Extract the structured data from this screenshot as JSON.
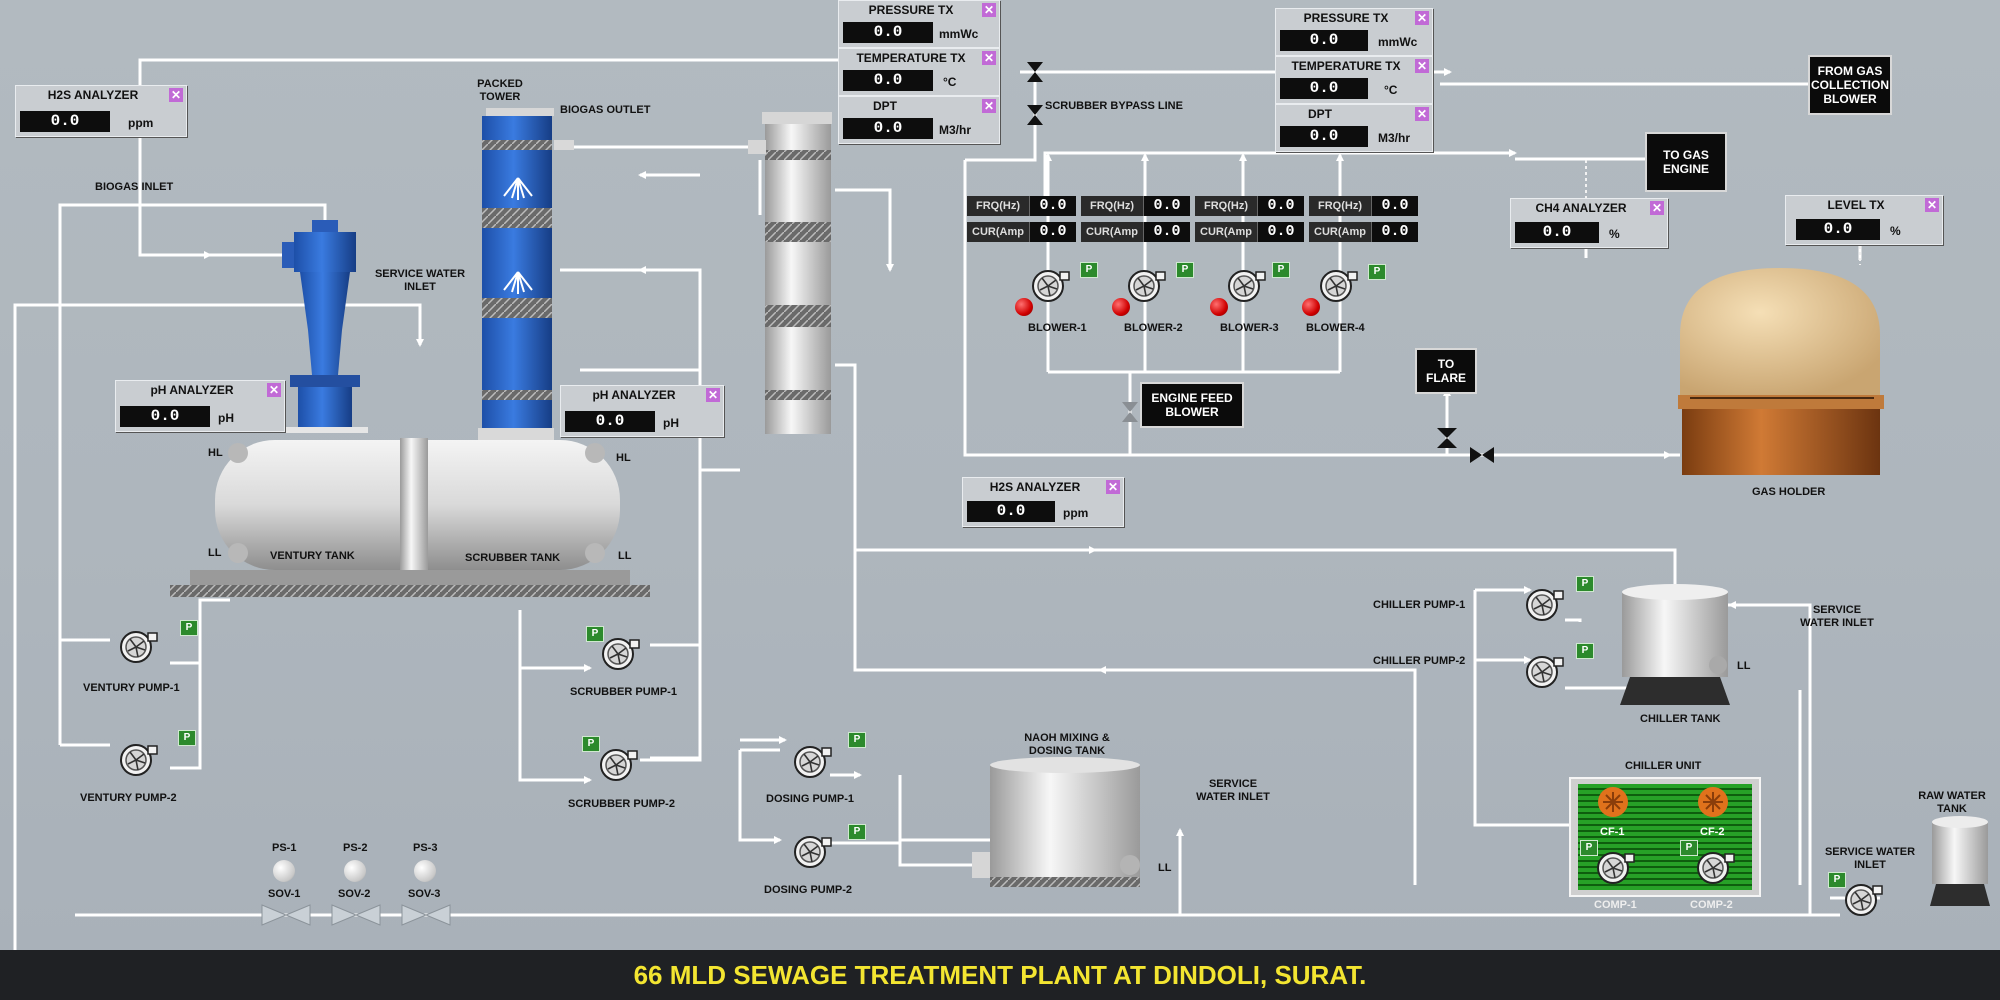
{
  "screen": {
    "footer_title": "66 MLD SEWAGE TREATMENT PLANT AT DINDOLI, SURAT.",
    "colors": {
      "background": "#aeb6bd",
      "pipe": "#ffffff",
      "title": "#f3e531",
      "run_badge": "#2c8a2c",
      "alarm": "#e00000",
      "close": "#c16ad6"
    }
  },
  "instruments": {
    "h2s_left": {
      "title": "H2S ANALYZER",
      "value": "0.0",
      "unit": "ppm"
    },
    "ph_venturi": {
      "title": "pH ANALYZER",
      "value": "0.0",
      "unit": "pH"
    },
    "ph_scrubber": {
      "title": "pH ANALYZER",
      "value": "0.0",
      "unit": "pH"
    },
    "pressure_1": {
      "title": "PRESSURE TX",
      "value": "0.0",
      "unit": "mmWc"
    },
    "temperature_1": {
      "title": "TEMPERATURE TX",
      "value": "0.0",
      "unit": "°C"
    },
    "dpt_1": {
      "title": "DPT",
      "value": "0.0",
      "unit": "M3/hr"
    },
    "pressure_2": {
      "title": "PRESSURE TX",
      "value": "0.0",
      "unit": "mmWc"
    },
    "temperature_2": {
      "title": "TEMPERATURE TX",
      "value": "0.0",
      "unit": "°C"
    },
    "dpt_2": {
      "title": "DPT",
      "value": "0.0",
      "unit": "M3/hr"
    },
    "ch4": {
      "title": "CH4 ANALYZER",
      "value": "0.0",
      "unit": "%"
    },
    "level": {
      "title": "LEVEL TX",
      "value": "0.0",
      "unit": "%"
    },
    "h2s_bottom": {
      "title": "H2S ANALYZER",
      "value": "0.0",
      "unit": "ppm"
    }
  },
  "blowers": {
    "frq_label": "FRQ(Hz)",
    "cur_label": "CUR(Amp",
    "units": [
      {
        "name": "BLOWER-1",
        "frq": "0.0",
        "cur": "0.0"
      },
      {
        "name": "BLOWER-2",
        "frq": "0.0",
        "cur": "0.0"
      },
      {
        "name": "BLOWER-3",
        "frq": "0.0",
        "cur": "0.0"
      },
      {
        "name": "BLOWER-4",
        "frq": "0.0",
        "cur": "0.0"
      }
    ]
  },
  "nav": {
    "from_gas": "FROM GAS COLLECTION BLOWER",
    "to_engine": "TO GAS ENGINE",
    "to_flare": "TO FLARE",
    "engine_feed": "ENGINE FEED BLOWER"
  },
  "labels": {
    "packed_tower": "PACKED TOWER",
    "biogas_outlet": "BIOGAS OUTLET",
    "biogas_inlet": "BIOGAS INLET",
    "service_water_1": "SERVICE WATER INLET",
    "service_water_2": "SERVICE WATER INLET",
    "service_water_3": "SERVICE WATER INLET",
    "service_water_4": "SERVICE WATER INLET",
    "scrubber_bypass": "SCRUBBER BYPASS LINE",
    "venturi_tank": "VENTURY TANK",
    "scrubber_tank": "SCRUBBER TANK",
    "hl": "HL",
    "ll": "LL",
    "venturi_pump_1": "VENTURY PUMP-1",
    "venturi_pump_2": "VENTURY PUMP-2",
    "scrubber_pump_1": "SCRUBBER PUMP-1",
    "scrubber_pump_2": "SCRUBBER PUMP-2",
    "dosing_pump_1": "DOSING PUMP-1",
    "dosing_pump_2": "DOSING PUMP-2",
    "naoh_tank": "NAOH MIXING & DOSING TANK",
    "chiller_pump_1": "CHILLER PUMP-1",
    "chiller_pump_2": "CHILLER PUMP-2",
    "chiller_tank": "CHILLER TANK",
    "chiller_unit": "CHILLER UNIT",
    "cf1": "CF-1",
    "cf2": "CF-2",
    "comp1": "COMP-1",
    "comp2": "COMP-2",
    "gas_holder": "GAS HOLDER",
    "raw_water_tank": "RAW WATER TANK",
    "ps": [
      "PS-1",
      "PS-2",
      "PS-3"
    ],
    "sov": [
      "SOV-1",
      "SOV-2",
      "SOV-3"
    ],
    "run_badge": "P"
  }
}
